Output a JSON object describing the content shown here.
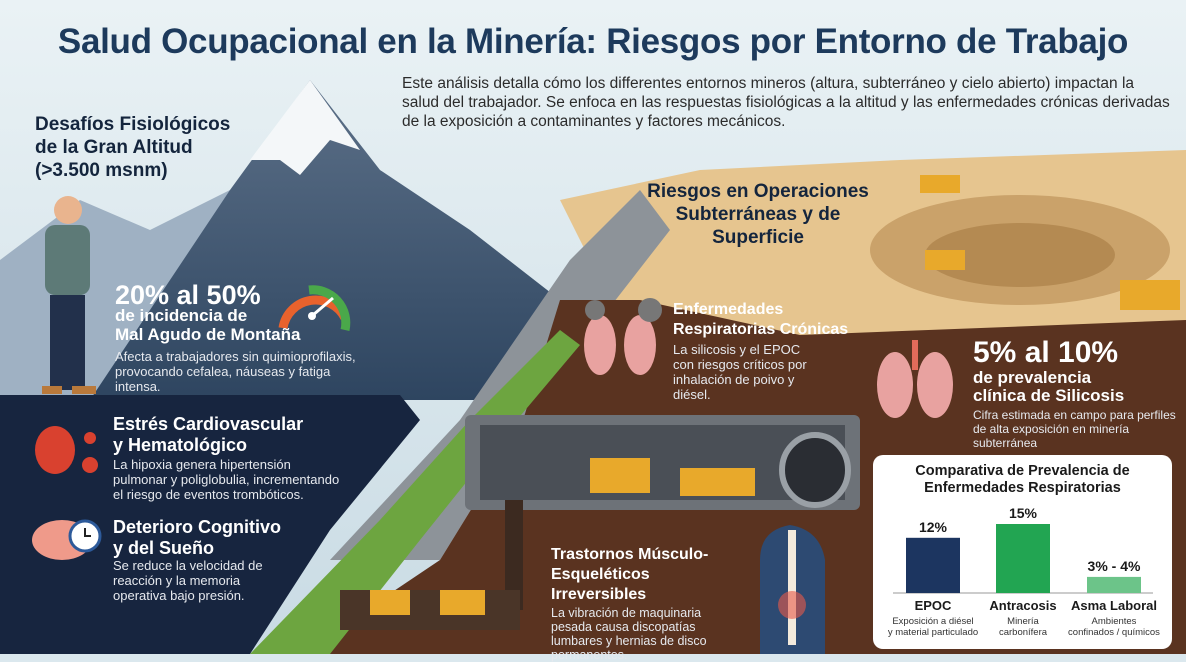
{
  "title": "Salud Ocupacional en la Minería: Riesgos por Entorno de Trabajo",
  "intro": "Este análisis detalla cómo los differentes entornos mineros (altura, subterráneo y cielo abierto) impactan la salud del trabajador. Se enfoca en las respuestas fisiológicas a la altitud y las enfermedades crónicas derivadas de la exposición a contaminantes y factores mecánicos.",
  "altitude": {
    "heading": "Desafíos Fisiológicos de la Gran Altitud (>3.500 msnm)",
    "stat": "20% al 50%",
    "stat_sub1": "de incidencia de",
    "stat_sub2": "Mal Agudo de Montaña",
    "stat_desc": "Afecta a trabajadores sin quimioprofilaxis, provocando cefalea, náuseas y fatiga intensa.",
    "gauge_level": 0.8,
    "items": [
      {
        "title": "Estrés Cardiovascular y Hematológico",
        "text": "La hipoxia genera hipertensión pulmonar y poliglobulia, incrementando el riesgo de eventos trombóticos.",
        "icon": "heart-icon"
      },
      {
        "title": "Deterioro Cognitivo y del Sueño",
        "text": "Se reduce la velocidad de reacción y la memoria operativa bajo presión.",
        "icon": "brain-clock-icon"
      }
    ]
  },
  "underground": {
    "heading": "Riesgos en Operaciones Subterráneas y de Superficie",
    "resp_title": "Enfermedades Respiratorias Crónicas",
    "resp_text": "La silicosis y el EPOC con riesgos críticos por inhalación de poivo y diésel.",
    "silic_stat": "5% al 10%",
    "silic_sub1": "de prevalencia",
    "silic_sub2": "clínica de Silicosis",
    "silic_desc": "Cifra estimada en campo para perfiles de alta exposición en minería subterránea",
    "msk_title": "Trastornos Músculo-Esqueléticos Irreversibles",
    "msk_text": "La vibración de maquinaria pesada causa discopatías lumbares y hernias de disco permanentes."
  },
  "chart_data": {
    "type": "bar",
    "title": "Comparativa de Prevalencia de Enfermedades Respiratorias",
    "categories": [
      "EPOC",
      "Antracosis",
      "Asma Laboral"
    ],
    "descriptions": [
      "Exposición a diésel y material particulado",
      "Minería carbonífera",
      "Ambientes confinados / químicos"
    ],
    "values": [
      12,
      15,
      3.5
    ],
    "labels": [
      "12%",
      "15%",
      "3% - 4%"
    ],
    "colors": [
      "#1c3560",
      "#22a552",
      "#6cc489"
    ],
    "ylim": [
      0,
      15
    ],
    "grid": false
  }
}
